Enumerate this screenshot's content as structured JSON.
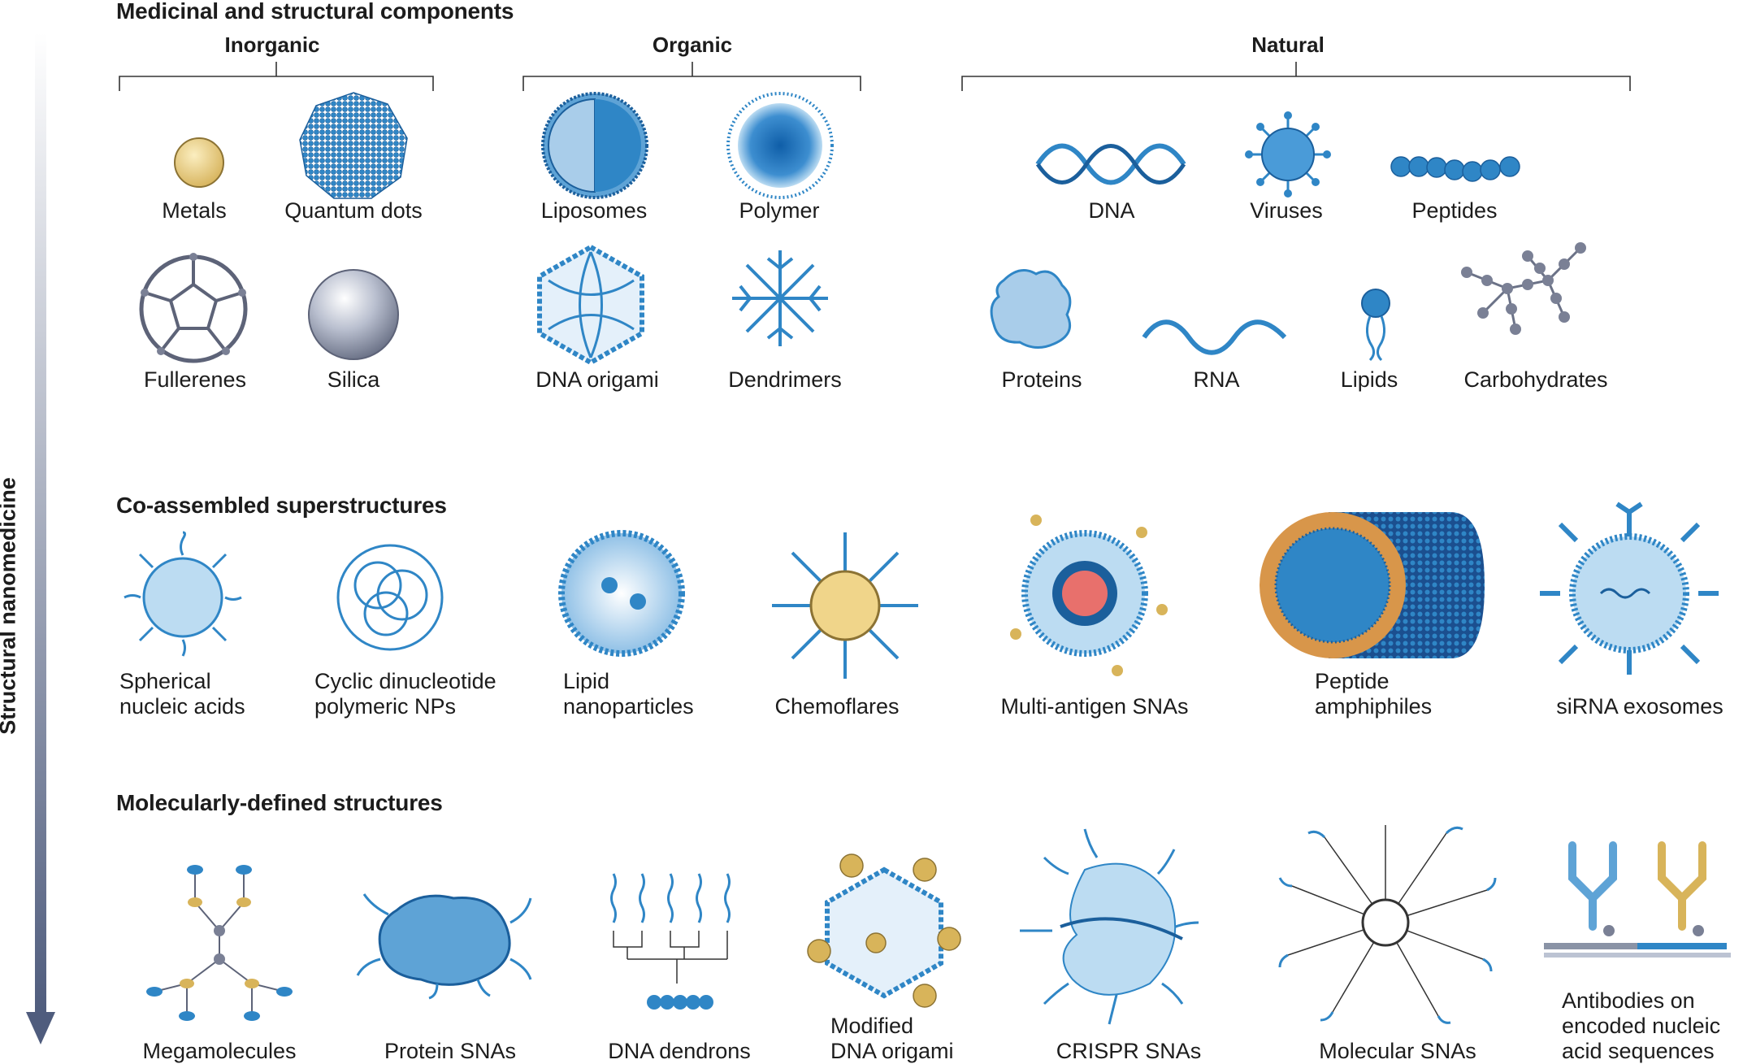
{
  "axis": {
    "label": "Structural nanomedicine"
  },
  "sections": {
    "medicinal": {
      "title": "Medicinal and structural components",
      "groups": {
        "inorganic": "Inorganic",
        "organic": "Organic",
        "natural": "Natural"
      },
      "items": {
        "metals": "Metals",
        "quantum_dots": "Quantum dots",
        "fullerenes": "Fullerenes",
        "silica": "Silica",
        "liposomes": "Liposomes",
        "polymer": "Polymer",
        "dna_origami": "DNA origami",
        "dendrimers": "Dendrimers",
        "dna": "DNA",
        "viruses": "Viruses",
        "peptides": "Peptides",
        "proteins": "Proteins",
        "rna": "RNA",
        "lipids": "Lipids",
        "carbohydrates": "Carbohydrates"
      }
    },
    "coassembled": {
      "title": "Co-assembled superstructures",
      "items": {
        "sna_1": "Spherical",
        "sna_2": "nucleic acids",
        "cdn_1": "Cyclic dinucleotide",
        "cdn_2": "polymeric NPs",
        "lnp_1": "Lipid",
        "lnp_2": "nanoparticles",
        "chemoflares": "Chemoflares",
        "multi_antigen": "Multi-antigen SNAs",
        "pa_1": "Peptide",
        "pa_2": "amphiphiles",
        "sirna_exosomes": "siRNA exosomes"
      }
    },
    "molecular": {
      "title": "Molecularly-defined structures",
      "items": {
        "megamolecules": "Megamolecules",
        "protein_snas": "Protein SNAs",
        "dna_dendrons": "DNA dendrons",
        "mod_1": "Modified",
        "mod_2": "DNA origami",
        "crispr_snas": "CRISPR SNAs",
        "molecular_snas": "Molecular SNAs",
        "ab_1": "Antibodies on",
        "ab_2": "encoded nucleic",
        "ab_3": "acid sequences"
      }
    }
  },
  "colors": {
    "blue": "#2f86c6",
    "light_blue": "#bcdcf2",
    "dark_blue": "#1b5f9c",
    "gold": "#d8b45a",
    "gold_light": "#f3dc9a",
    "grey": "#8a93a6",
    "arrow": "#5a6788"
  }
}
